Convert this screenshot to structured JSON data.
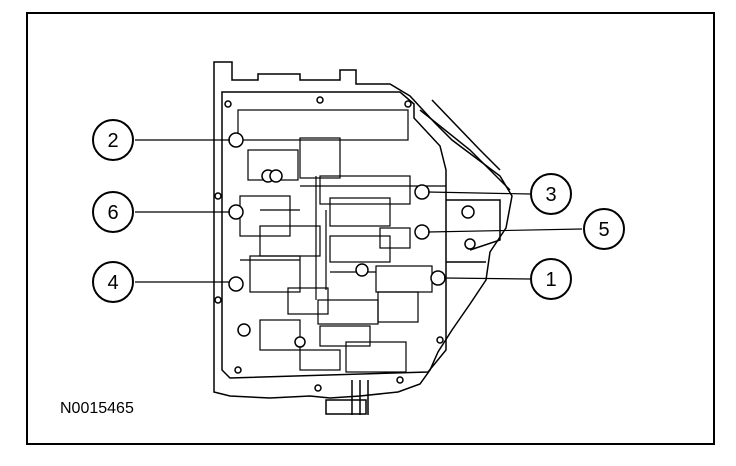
{
  "figure": {
    "reference_code": "N0015465",
    "callouts": [
      {
        "label": "2"
      },
      {
        "label": "6"
      },
      {
        "label": "4"
      },
      {
        "label": "3"
      },
      {
        "label": "5"
      },
      {
        "label": "1"
      }
    ],
    "colors": {
      "line": "#000000",
      "background": "#ffffff"
    }
  }
}
